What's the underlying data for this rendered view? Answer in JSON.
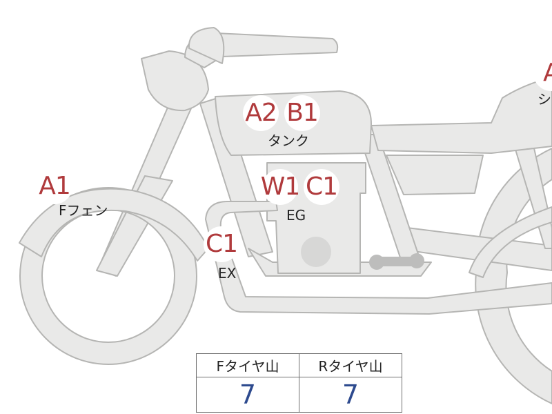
{
  "diagram": {
    "colors": {
      "body": "#e9e9e8",
      "outline": "#b5b5b3",
      "badge_text": "#b03a3c",
      "value_text": "#2d4a8e"
    },
    "marks": [
      {
        "id": "a1-fender",
        "code": "A1",
        "part": "Fフェン"
      },
      {
        "id": "a2b1-tank",
        "codes": [
          "A2",
          "B1"
        ],
        "part": "タンク"
      },
      {
        "id": "w1c1-engine",
        "codes": [
          "W1",
          "C1"
        ],
        "part": "EG"
      },
      {
        "id": "c1-exhaust",
        "code": "C1",
        "part": "EX"
      },
      {
        "id": "a-seat",
        "code": "A",
        "part": "シ"
      }
    ]
  },
  "tread_table": {
    "headers": [
      "Fタイヤ山",
      "Rタイヤ山"
    ],
    "values": [
      "7",
      "7"
    ]
  }
}
